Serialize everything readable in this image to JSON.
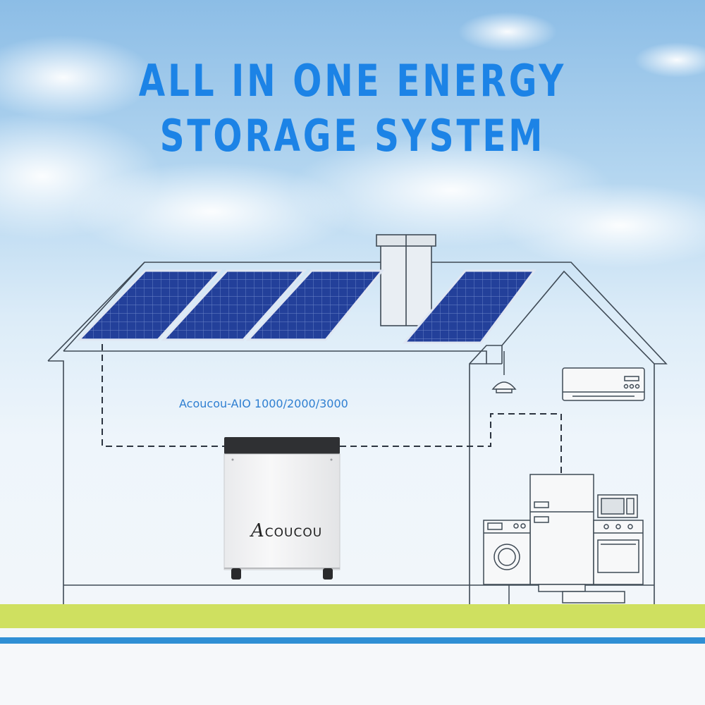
{
  "headline": {
    "line1": "ALL IN ONE ENERGY",
    "line2": "STORAGE SYSTEM"
  },
  "product": {
    "model_label": "Acoucou-AIO 1000/2000/3000",
    "brand_initial": "A",
    "brand_rest": "COUCOU"
  },
  "colors": {
    "headline": "#1c83e6",
    "model_label": "#2f7fd1",
    "ground_green": "#cfe060",
    "ground_blue": "#2f8fd4",
    "panel": "#1f3b8f"
  },
  "icons": [
    "solar-panel-icon",
    "chimney-icon",
    "ceiling-lamp-icon",
    "air-conditioner-icon",
    "washing-machine-icon",
    "refrigerator-icon",
    "microwave-icon",
    "stove-icon",
    "battery-unit-icon"
  ]
}
